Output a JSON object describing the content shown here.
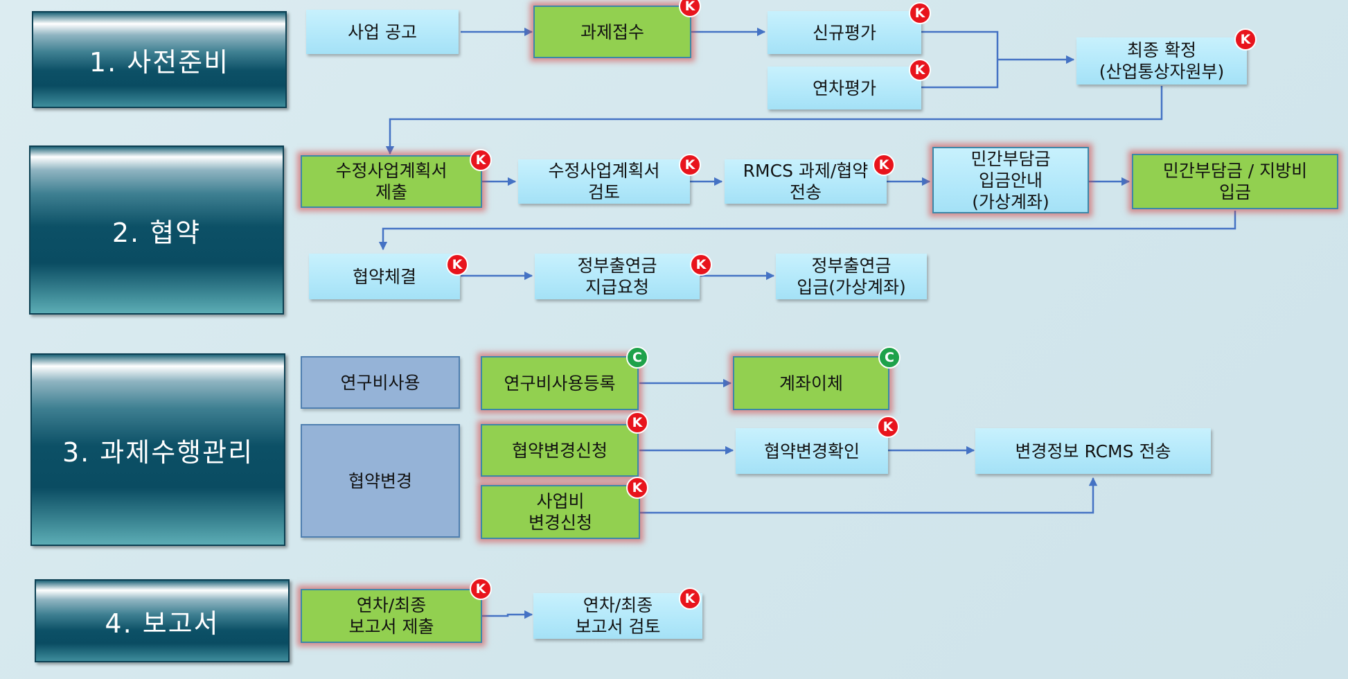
{
  "phases": {
    "p1": "1. 사전준비",
    "p2": "2. 협약",
    "p3": "3. 과제수행관리",
    "p4": "4. 보고서"
  },
  "nodes": {
    "announce": "사업 공고",
    "receipt": "과제접수",
    "new_eval": "신규평가",
    "annual_eval": "연차평가",
    "final_confirm": "최종 확정\n(산업통상자원부)",
    "rev_plan_submit": "수정사업계획서\n제출",
    "rev_plan_review": "수정사업계획서\n검토",
    "rmcs_send": "RMCS 과제/협약\n전송",
    "private_notice": "민간부담금\n입금안내\n(가상계좌)",
    "private_deposit": "민간부담금 / 지방비\n입금",
    "agreement_sign": "협약체결",
    "gov_request": "정부출연금\n지급요청",
    "gov_deposit": "정부출연금\n입금(가상계좌)",
    "rnd_expense": "연구비사용",
    "rnd_expense_reg": "연구비사용등록",
    "account_transfer": "계좌이체",
    "agreement_change": "협약변경",
    "change_request": "협약변경신청",
    "change_confirm": "협약변경확인",
    "rcms_change_send": "변경정보 RCMS 전송",
    "budget_change": "사업비\n변경신청",
    "report_submit": "연차/최종\n보고서 제출",
    "report_review": "연차/최종\n보고서 검토"
  },
  "badges": {
    "k": "K",
    "c": "C"
  },
  "colors": {
    "arrow": "#4472c4",
    "badge_k": "#e8141c",
    "badge_c": "#1ea24a",
    "green_box": "#92d050",
    "blue_box": "#b2e8fa",
    "slate_box": "#95b3d7",
    "phase": "#0c5066"
  }
}
